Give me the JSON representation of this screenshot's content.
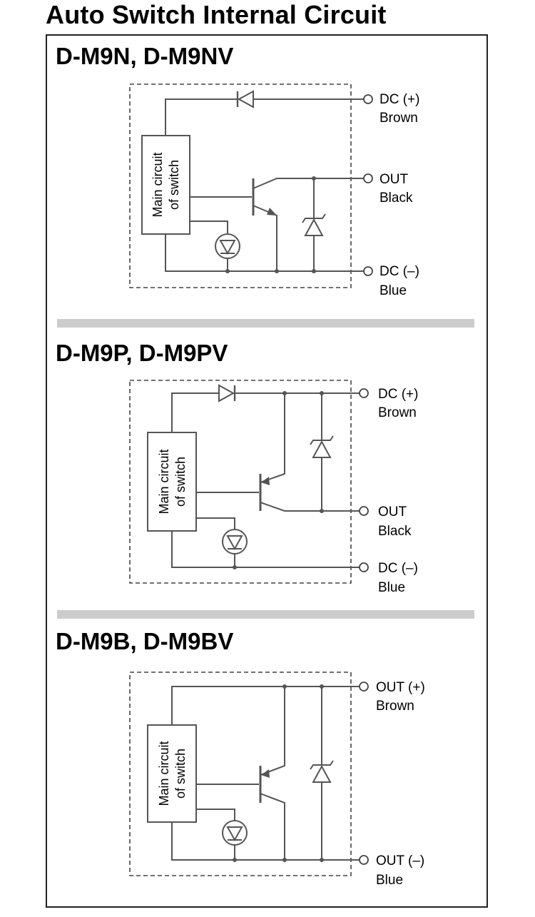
{
  "title": "Auto Switch Internal Circuit",
  "main_circuit_label": [
    "Main circuit",
    "of switch"
  ],
  "sections": [
    {
      "title": "D-M9N, D-M9NV",
      "terminals": [
        {
          "label": "DC (+)",
          "color": "Brown"
        },
        {
          "label": "OUT",
          "color": "Black"
        },
        {
          "label": "DC (–)",
          "color": "Blue"
        }
      ]
    },
    {
      "title": "D-M9P, D-M9PV",
      "terminals": [
        {
          "label": "DC (+)",
          "color": "Brown"
        },
        {
          "label": "OUT",
          "color": "Black"
        },
        {
          "label": "DC (–)",
          "color": "Blue"
        }
      ]
    },
    {
      "title": "D-M9B, D-M9BV",
      "terminals": [
        {
          "label": "OUT (+)",
          "color": "Brown"
        },
        {
          "label": "OUT (–)",
          "color": "Blue"
        }
      ]
    }
  ]
}
